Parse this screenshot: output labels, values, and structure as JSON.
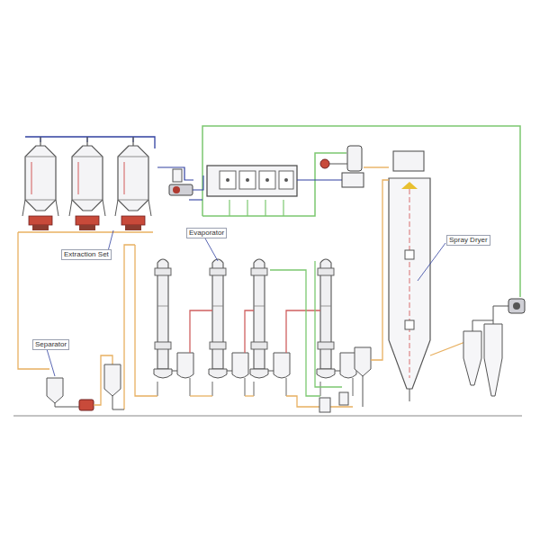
{
  "diagram": {
    "labels": [
      "Evaporator",
      "Spray Dryer",
      "Extraction Set",
      "Separator"
    ]
  }
}
